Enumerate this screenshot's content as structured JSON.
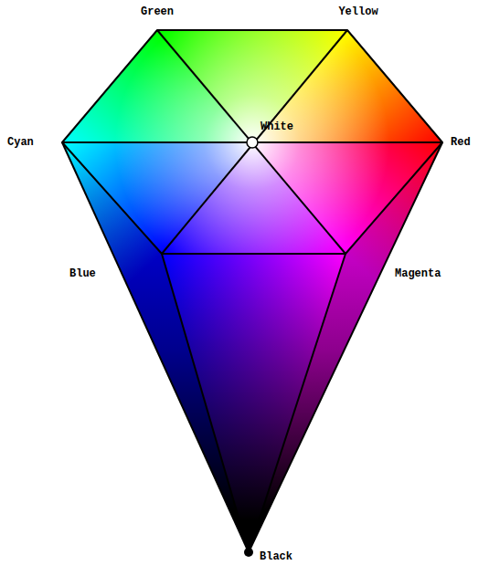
{
  "diagram": {
    "labels": [
      "Green",
      "Yellow",
      "Cyan",
      "White",
      "Red",
      "Blue",
      "Magenta",
      "Black"
    ]
  }
}
